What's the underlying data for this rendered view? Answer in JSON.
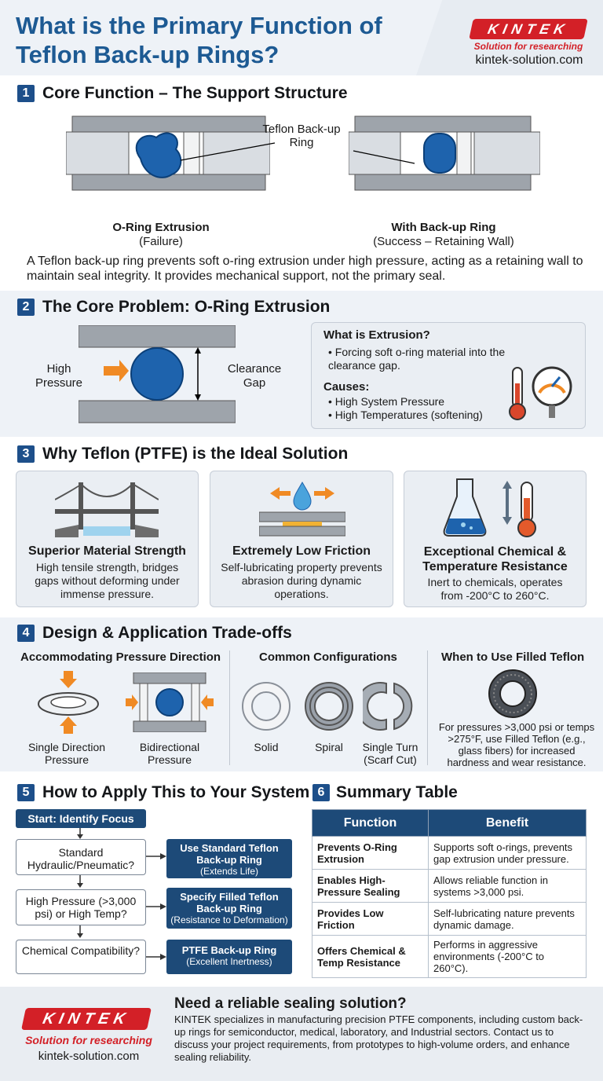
{
  "header": {
    "title": "What is the Primary Function of Teflon Back-up Rings?",
    "logo": "KINTEK",
    "tagline": "Solution for researching",
    "website": "kintek-solution.com"
  },
  "s1": {
    "num": "1",
    "title": "Core Function – The Support Structure",
    "callout": "Teflon Back-up Ring",
    "left_caption_title": "O-Ring Extrusion",
    "left_caption_sub": "(Failure)",
    "right_caption_title": "With Back-up Ring",
    "right_caption_sub": "(Success – Retaining Wall)",
    "summary": "A Teflon back-up ring prevents soft o-ring extrusion under high pressure, acting as a retaining wall to maintain seal integrity. It provides mechanical support, not the primary seal."
  },
  "s2": {
    "num": "2",
    "title": "The Core Problem: O-Ring Extrusion",
    "label_left": "High Pressure",
    "label_right": "Clearance Gap",
    "what_title": "What is Extrusion?",
    "what_text": "• Forcing soft o-ring material into the clearance gap.",
    "causes_title": "Causes:",
    "causes": [
      "• High System Pressure",
      "• High Temperatures (softening)"
    ]
  },
  "s3": {
    "num": "3",
    "title": "Why Teflon (PTFE) is the Ideal Solution",
    "cards": [
      {
        "title": "Superior Material Strength",
        "text": "High tensile strength, bridges gaps without deforming under immense pressure."
      },
      {
        "title": "Extremely Low Friction",
        "text": "Self-lubricating property prevents abrasion during dynamic operations."
      },
      {
        "title": "Exceptional Chemical & Temperature Resistance",
        "text": "Inert to chemicals, operates from -200°C to 260°C."
      }
    ]
  },
  "s4": {
    "num": "4",
    "title": "Design & Application Trade-offs",
    "col1_title": "Accommodating Pressure Direction",
    "col1_items": [
      "Single Direction Pressure",
      "Bidirectional Pressure"
    ],
    "col2_title": "Common Configurations",
    "col2_items": [
      "Solid",
      "Spiral",
      "Single Turn (Scarf Cut)"
    ],
    "col3_title": "When to Use Filled Teflon",
    "col3_text": "For pressures >3,000 psi or temps >275°F, use Filled Teflon (e.g., glass fibers) for increased hardness and wear resistance."
  },
  "s5": {
    "num": "5",
    "title": "How to Apply This to Your System",
    "start": "Start: Identify Focus",
    "rows": [
      {
        "q": "Standard Hydraulic/Pneumatic?",
        "a": "Use Standard Teflon Back-up Ring",
        "a_sub": "(Extends Life)"
      },
      {
        "q": "High Pressure (>3,000 psi) or High Temp?",
        "a": "Specify Filled Teflon Back-up Ring",
        "a_sub": "(Resistance to Deformation)"
      },
      {
        "q": "Chemical Compatibility?",
        "a": "PTFE Back-up Ring",
        "a_sub": "(Excellent Inertness)"
      }
    ]
  },
  "s6": {
    "num": "6",
    "title": "Summary Table",
    "headers": [
      "Function",
      "Benefit"
    ],
    "rows": [
      [
        "Prevents O-Ring Extrusion",
        "Supports soft o-rings, prevents gap extrusion under pressure."
      ],
      [
        "Enables High-Pressure Sealing",
        "Allows reliable function in systems >3,000 psi."
      ],
      [
        "Provides Low Friction",
        "Self-lubricating nature prevents dynamic damage."
      ],
      [
        "Offers Chemical & Temp Resistance",
        "Performs in aggressive environments (-200°C to 260°C)."
      ]
    ]
  },
  "footer": {
    "logo": "KINTEK",
    "tagline": "Solution for researching",
    "website": "kintek-solution.com",
    "cta_title": "Need a reliable sealing solution?",
    "cta_text": "KINTEK specializes in manufacturing precision PTFE components, including custom back-up rings for semiconductor, medical, laboratory, and Industrial sectors. Contact us to discuss your project requirements, from prototypes to high-volume orders, and enhance sealing reliability."
  },
  "colors": {
    "brand_red": "#d32027",
    "navy": "#1d4a78",
    "oring_blue": "#1e63ad",
    "arrow_orange": "#f08a24"
  }
}
